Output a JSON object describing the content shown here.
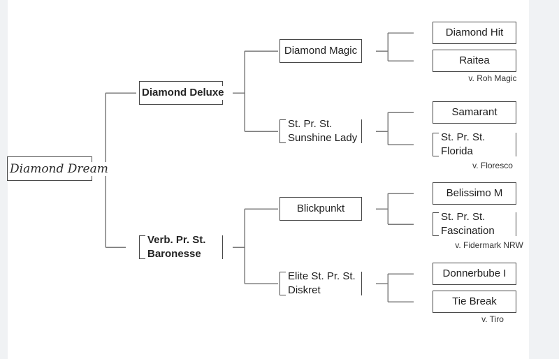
{
  "colors": {
    "box_border": "#484848",
    "connector_line": "#7b7b7b",
    "text": "#1d1d1d",
    "sire_note_text": "#333333",
    "page_margin": "#f0f2f4"
  },
  "pedigree": {
    "columns": [
      {
        "label": "generation-1",
        "nodes": [
          {
            "name": "Diamond Dream"
          }
        ]
      },
      {
        "label": "generation-2",
        "nodes": [
          {
            "name": "Diamond Deluxe"
          },
          {
            "name": "Verb. Pr. St. Baronesse"
          }
        ]
      },
      {
        "label": "generation-3",
        "nodes": [
          {
            "name": "Diamond Magic"
          },
          {
            "name": "St. Pr. St. Sunshine Lady"
          },
          {
            "name": "Blickpunkt"
          },
          {
            "name": "Elite St. Pr. St. Diskret"
          }
        ]
      },
      {
        "label": "generation-4",
        "nodes": [
          {
            "name": "Diamond Hit"
          },
          {
            "name": "Raitea",
            "sire_note": "v. Roh Magic"
          },
          {
            "name": "Samarant"
          },
          {
            "name": "St. Pr. St. Florida",
            "sire_note": "v. Floresco"
          },
          {
            "name": "Belissimo M"
          },
          {
            "name": "St. Pr. St. Fascination",
            "sire_note": "v. Fidermark NRW"
          },
          {
            "name": "Donnerbube I"
          },
          {
            "name": "Tie Break",
            "sire_note": "v. Tiro"
          }
        ]
      }
    ]
  }
}
